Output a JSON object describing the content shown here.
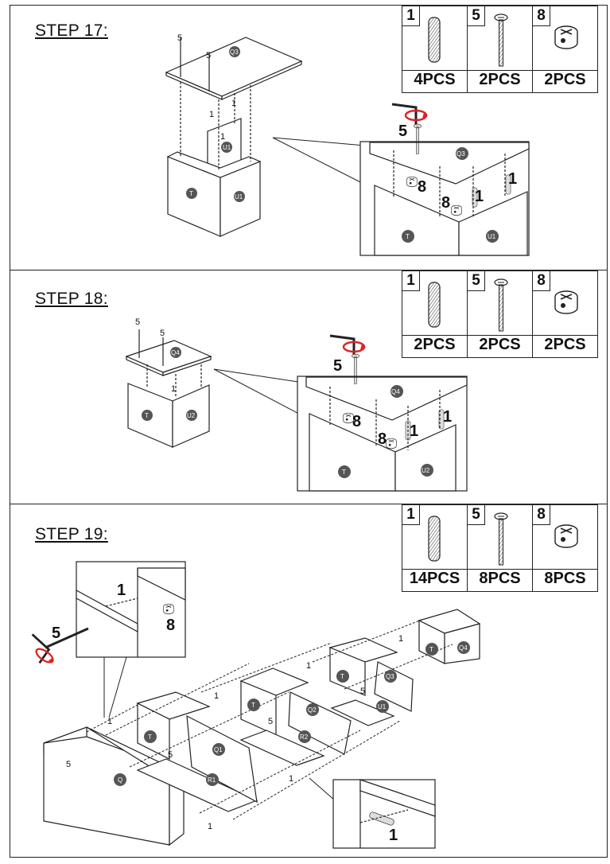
{
  "steps": [
    {
      "title": "STEP 17:",
      "parts": [
        {
          "id": "1",
          "qty": "4PCS",
          "icon": "dowel-icon"
        },
        {
          "id": "5",
          "qty": "2PCS",
          "icon": "screw-icon"
        },
        {
          "id": "8",
          "qty": "2PCS",
          "icon": "cam-lock-icon"
        }
      ],
      "panels": [
        "Q3",
        "U1",
        "T"
      ],
      "callouts": [
        "5",
        "8",
        "8",
        "1",
        "1"
      ],
      "small_callouts": [
        "5",
        "5",
        "1",
        "1",
        "1"
      ]
    },
    {
      "title": "STEP 18:",
      "parts": [
        {
          "id": "1",
          "qty": "2PCS",
          "icon": "dowel-icon"
        },
        {
          "id": "5",
          "qty": "2PCS",
          "icon": "screw-icon"
        },
        {
          "id": "8",
          "qty": "2PCS",
          "icon": "cam-lock-icon"
        }
      ],
      "panels": [
        "Q4",
        "U2",
        "T"
      ],
      "callouts": [
        "5",
        "8",
        "8",
        "1",
        "1"
      ],
      "small_callouts": [
        "5",
        "5",
        "1"
      ]
    },
    {
      "title": "STEP 19:",
      "parts": [
        {
          "id": "1",
          "qty": "14PCS",
          "icon": "dowel-icon"
        },
        {
          "id": "5",
          "qty": "8PCS",
          "icon": "screw-icon"
        },
        {
          "id": "8",
          "qty": "8PCS",
          "icon": "cam-lock-icon"
        }
      ],
      "panels": [
        "Q",
        "Q1",
        "R1",
        "T",
        "Q2",
        "R2",
        "Q3",
        "U1",
        "Q4"
      ],
      "callouts": [
        "1",
        "8",
        "5",
        "1"
      ],
      "small_callouts": [
        "1",
        "5"
      ]
    }
  ]
}
